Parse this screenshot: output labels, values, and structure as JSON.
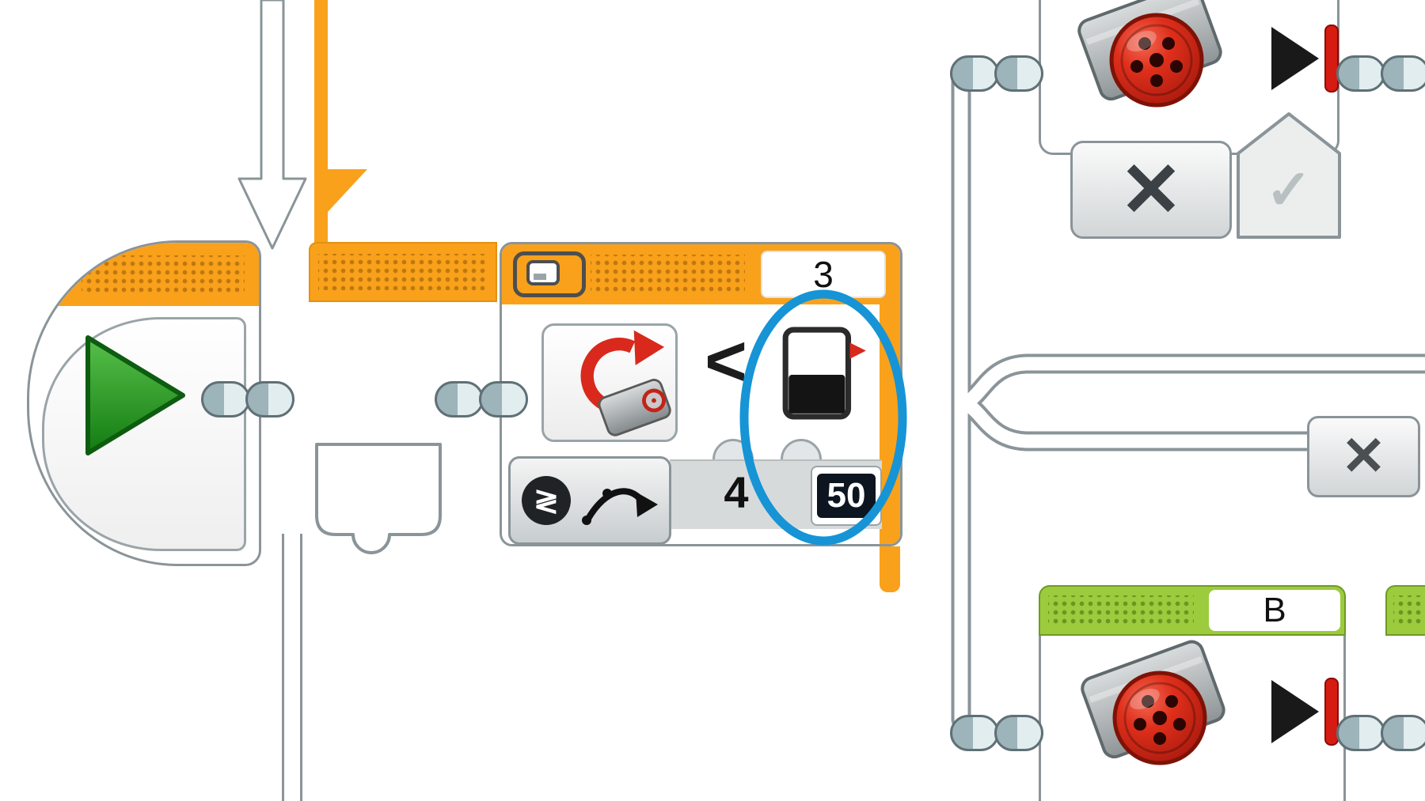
{
  "colors": {
    "flow_orange": "#F9A11B",
    "loop_green": "#9CCB3E",
    "wire_gray": "#8A9499",
    "annotation_blue": "#1694D6",
    "motor_red": "#DF2F1B",
    "selected_value_bg": "#0D1520"
  },
  "icons": {
    "play": "play-icon",
    "motor_rotation_sensor": "motor-rotation-sensor-icon",
    "threshold": "threshold-icon",
    "compare_change_mode": "compare-change-mode-icon",
    "view_toggle": "tabbed-view-toggle-icon",
    "medium_motor": "medium-motor-icon",
    "skip_to_end": "skip-to-end-icon",
    "sequence_plug": "sequence-plug"
  },
  "start_block": {},
  "switch_block": {
    "port": "3",
    "comparison_operator": "<",
    "port_input_value": "4",
    "threshold_value": "50",
    "mode_glyph": "≷"
  },
  "annotation": {
    "shape": "ellipse",
    "color": "#1694D6"
  },
  "motor_block_top": {
    "false_tab_glyph": "✕",
    "true_tab_glyph": "✓"
  },
  "close_button": {
    "glyph": "✕"
  },
  "loop_block_b": {
    "name": "B"
  }
}
